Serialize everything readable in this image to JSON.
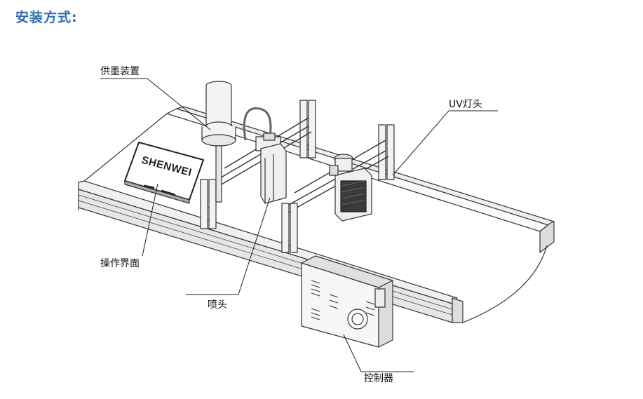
{
  "header": {
    "title": "安装方式:"
  },
  "diagram": {
    "brand_text": "SHENWEI",
    "labels": {
      "ink_supply": "供墨装置",
      "uv_lamp": "UV灯头",
      "interface": "操作界面",
      "print_head": "喷头",
      "controller": "控制器"
    }
  }
}
